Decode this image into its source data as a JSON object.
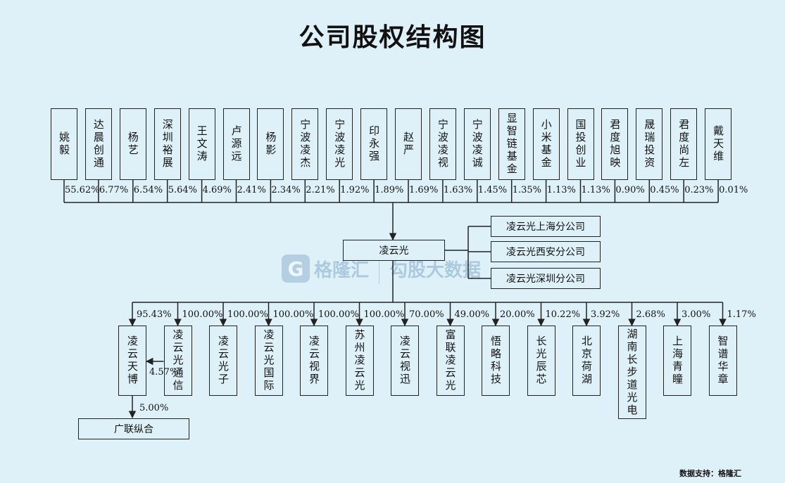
{
  "title": "公司股权结构图",
  "shareholders": [
    {
      "name": "姚毅",
      "pct": "55.62%"
    },
    {
      "name": "达晨创通",
      "pct": "6.77%"
    },
    {
      "name": "杨艺",
      "pct": "6.54%"
    },
    {
      "name": "深圳裕展",
      "pct": "5.64%"
    },
    {
      "name": "王文涛",
      "pct": "4.69%"
    },
    {
      "name": "卢源远",
      "pct": "2.41%"
    },
    {
      "name": "杨影",
      "pct": "2.34%"
    },
    {
      "name": "宁波凌杰",
      "pct": "2.21%"
    },
    {
      "name": "宁波凌光",
      "pct": "1.92%"
    },
    {
      "name": "印永强",
      "pct": "1.89%"
    },
    {
      "name": "赵严",
      "pct": "1.69%"
    },
    {
      "name": "宁波凌视",
      "pct": "1.63%"
    },
    {
      "name": "宁波凌诚",
      "pct": "1.45%"
    },
    {
      "name": "显智链基金",
      "pct": "1.35%"
    },
    {
      "name": "小米基金",
      "pct": "1.13%"
    },
    {
      "name": "国投创业",
      "pct": "1.13%"
    },
    {
      "name": "君度旭映",
      "pct": "0.90%"
    },
    {
      "name": "晟瑞投资",
      "pct": "0.45%"
    },
    {
      "name": "君度尚左",
      "pct": "0.23%"
    },
    {
      "name": "戴天维",
      "pct": "0.01%"
    }
  ],
  "company": "凌云光",
  "branches": [
    "凌云光上海分公司",
    "凌云光西安分公司",
    "凌云光深圳分公司"
  ],
  "subsidiaries": [
    {
      "name": "凌云天博",
      "pct": "95.43%"
    },
    {
      "name": "凌云光通信",
      "pct": "100.00%"
    },
    {
      "name": "凌云光子",
      "pct": "100.00%"
    },
    {
      "name": "凌云光国际",
      "pct": "100.00%"
    },
    {
      "name": "凌云视界",
      "pct": "100.00%"
    },
    {
      "name": "苏州凌云光",
      "pct": "100.00%"
    },
    {
      "name": "凌云视迅",
      "pct": "70.00%"
    },
    {
      "name": "富联凌云光",
      "pct": "49.00%"
    },
    {
      "name": "悟略科技",
      "pct": "20.00%"
    },
    {
      "name": "长光辰芯",
      "pct": "10.22%"
    },
    {
      "name": "北京荷湖",
      "pct": "3.92%"
    },
    {
      "name": "湖南长步道光电",
      "pct": "2.68%"
    },
    {
      "name": "上海青瞳",
      "pct": "3.00%"
    },
    {
      "name": "智谱华章",
      "pct": "1.17%"
    }
  ],
  "tongxin_to_tianbo_pct": "4.57%",
  "tianbo_to_guanglian_pct": "5.00%",
  "guanglian": "广联纵合",
  "footer": "数据支持：格隆汇",
  "watermark": {
    "logo_letter": "G",
    "brand": "格隆汇",
    "brand2": "勾股大数据"
  },
  "colors": {
    "background": "#dff1f8",
    "line": "#222222"
  }
}
